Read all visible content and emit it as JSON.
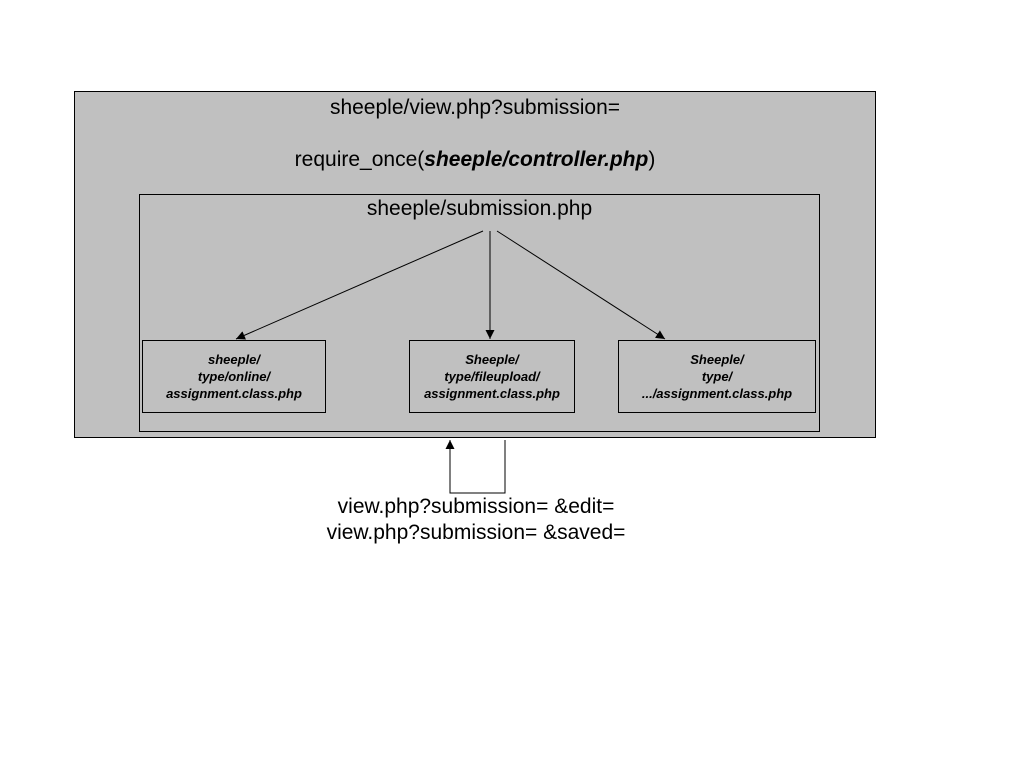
{
  "controller_box": {
    "url": "sheeple/view.php?submission=",
    "require_prefix": "require_once(",
    "require_path": "sheeple/controller.php",
    "require_suffix": ")"
  },
  "submission_box": {
    "title": "sheeple/submission.php"
  },
  "types": [
    {
      "lines": [
        "sheeple/",
        "type/online/",
        "assignment.class.php"
      ]
    },
    {
      "lines": [
        "Sheeple/",
        "type/fileupload/",
        "assignment.class.php"
      ]
    },
    {
      "lines": [
        "Sheeple/",
        "type/",
        ".../assignment.class.php"
      ]
    }
  ],
  "loop_labels": [
    "view.php?submission= &edit=",
    "view.php?submission= &saved="
  ],
  "colors": {
    "box_fill": "#c0c0c0",
    "stroke": "#000000",
    "background": "#ffffff"
  }
}
